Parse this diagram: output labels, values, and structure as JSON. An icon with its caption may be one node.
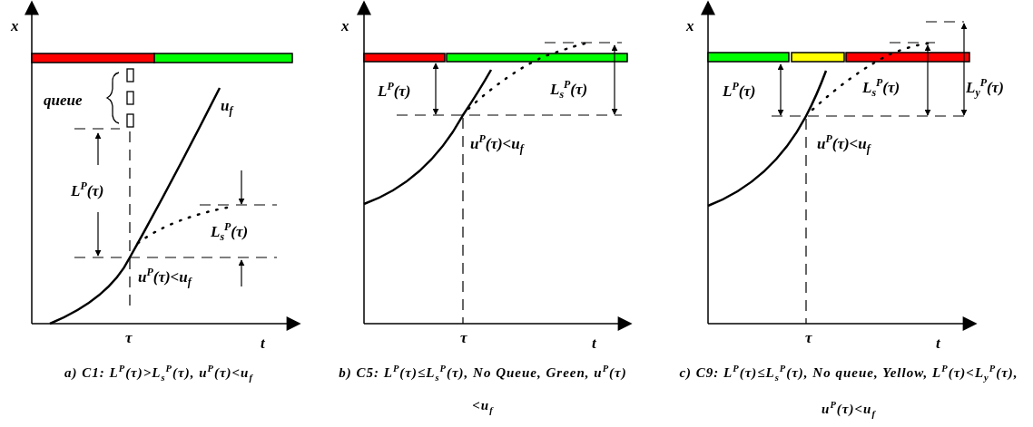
{
  "diagram": {
    "labels": [
      "x",
      "queue",
      "u$_{f}$",
      "L$^{P}$(τ)",
      "L$_{s}$$^{P}$(τ)",
      "u$^{P}$(τ)<u$_{f}$",
      "τ",
      "t",
      "a) C1: L$^{P}$(τ)>L$_{s}$$^{P}$(τ), u$^{P}$(τ)<u$_{f}$",
      "x",
      "L$^{P}$(τ)",
      "L$_{s}$$^{P}$(τ)",
      "u$^{P}$(τ)<u$_{f}$",
      "τ",
      "t",
      "b) C5: L$^{P}$(τ)≤L$_{s}$$^{P}$(τ), No Queue, Green, u$^{P}$(τ)<u$_{f}$",
      "x",
      "L$^{P}$(τ)",
      "L$_{s}$$^{P}$(τ)",
      "L$_{y}$$^{P}$(τ)",
      "u$^{P}$(τ)<u$_{f}$",
      "τ",
      "t",
      "c) C9: L$^{P}$(τ)≤L$_{s}$$^{P}$(τ), No queue, Yellow, L$^{P}$(τ)<L$_{y}$$^{P}$(τ), u$^{P}$(τ)<u$_{f}$"
    ]
  }
}
